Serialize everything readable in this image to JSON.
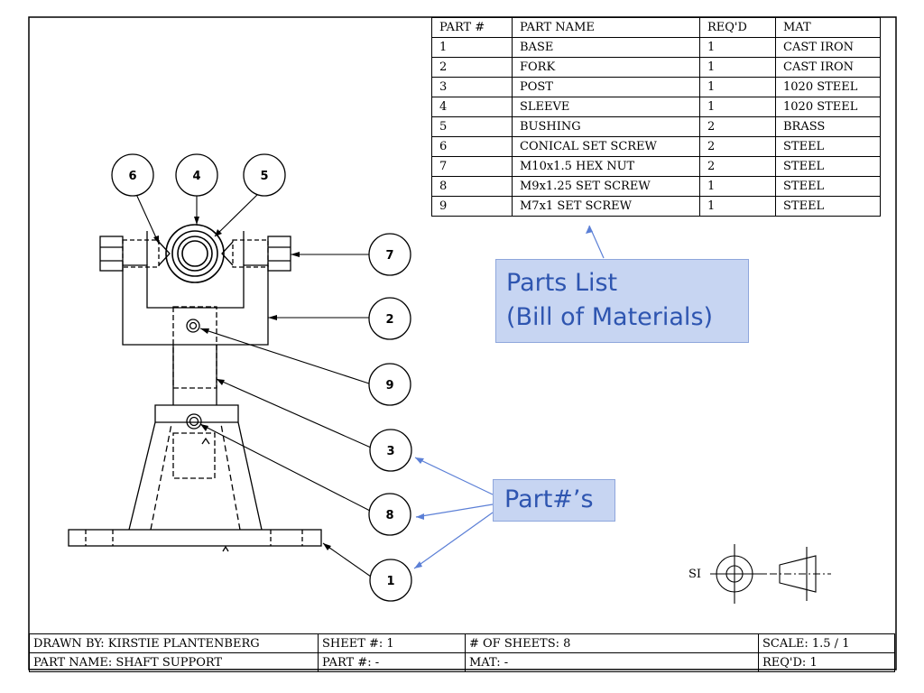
{
  "parts_table": {
    "headers": [
      "PART #",
      "PART NAME",
      "REQ'D",
      "MAT"
    ],
    "rows": [
      [
        "1",
        "BASE",
        "1",
        "CAST IRON"
      ],
      [
        "2",
        "FORK",
        "1",
        "CAST IRON"
      ],
      [
        "3",
        "POST",
        "1",
        "1020 STEEL"
      ],
      [
        "4",
        "SLEEVE",
        "1",
        "1020 STEEL"
      ],
      [
        "5",
        "BUSHING",
        "2",
        "BRASS"
      ],
      [
        "6",
        "CONICAL SET SCREW",
        "2",
        "STEEL"
      ],
      [
        "7",
        "M10x1.5 HEX NUT",
        "2",
        "STEEL"
      ],
      [
        "8",
        "M9x1.25 SET SCREW",
        "1",
        "STEEL"
      ],
      [
        "9",
        "M7x1 SET SCREW",
        "1",
        "STEEL"
      ]
    ]
  },
  "title_block": {
    "drawn_by": "DRAWN BY: KIRSTIE PLANTENBERG",
    "sheet": "SHEET #: 1",
    "num_sheets": "# OF SHEETS: 8",
    "scale": "SCALE: 1.5 / 1",
    "part_name": "PART NAME: SHAFT SUPPORT",
    "part_num": "PART #: -",
    "mat": "MAT: -",
    "reqd": "REQ'D: 1"
  },
  "callouts": {
    "parts_list_line1": "Parts List",
    "parts_list_line2": "(Bill of Materials)",
    "part_numbers": "Part#’s"
  },
  "balloons": {
    "b6": "6",
    "b4": "4",
    "b5": "5",
    "b7": "7",
    "b2": "2",
    "b9": "9",
    "b3": "3",
    "b8": "8",
    "b1": "1"
  },
  "projection_symbol": {
    "label": "SI"
  },
  "colors": {
    "callout_fill": "#c7d5f2",
    "callout_text": "#2e55b0",
    "arrow": "#5b7fd6"
  }
}
